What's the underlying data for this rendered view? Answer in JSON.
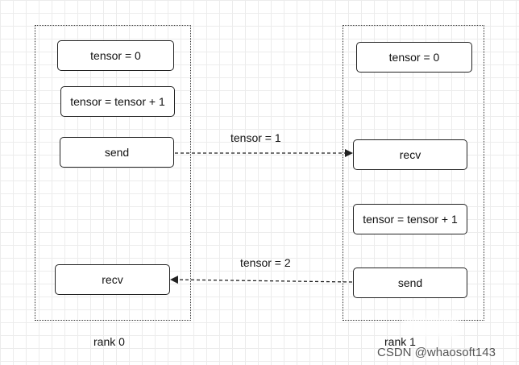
{
  "rank0": {
    "title": "rank 0",
    "nodes": [
      "tensor = 0",
      "tensor = tensor + 1",
      "send",
      "recv"
    ]
  },
  "rank1": {
    "title": "rank 1",
    "nodes": [
      "tensor = 0",
      "recv",
      "tensor = tensor + 1",
      "send"
    ]
  },
  "messages": {
    "first": "tensor = 1",
    "second": "tensor = 2"
  },
  "watermark": "CSDN @whaosoft143",
  "colors": {
    "stroke": "#222222",
    "grid": "#ececec"
  }
}
